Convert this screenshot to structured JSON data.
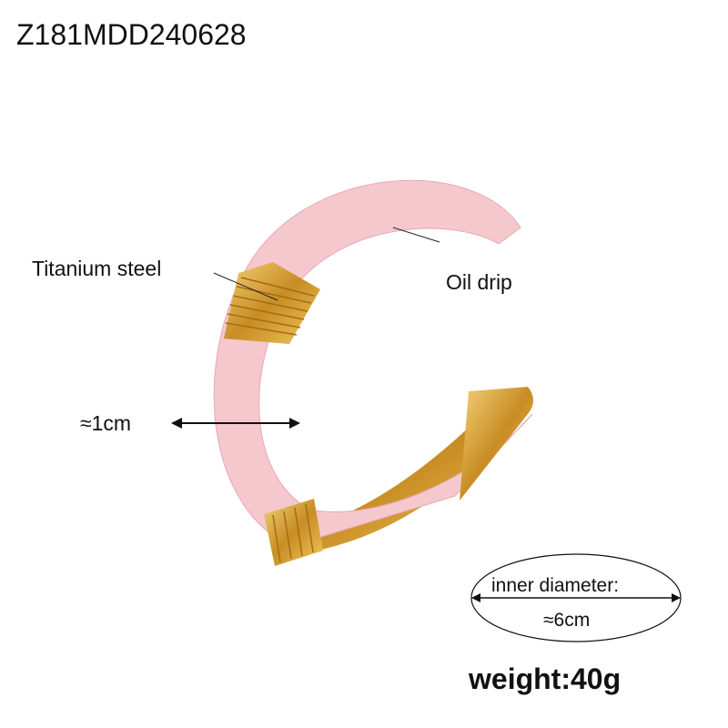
{
  "product_code": "Z181MDD240628",
  "labels": {
    "material": "Titanium steel",
    "finish": "Oil drip",
    "width": "≈1cm",
    "inner_diameter_label": "inner diameter:",
    "inner_diameter_value": "≈6cm",
    "weight": "weight:40g"
  },
  "colors": {
    "enamel": "#f5c8ce",
    "gold": "#d9a43a"
  }
}
